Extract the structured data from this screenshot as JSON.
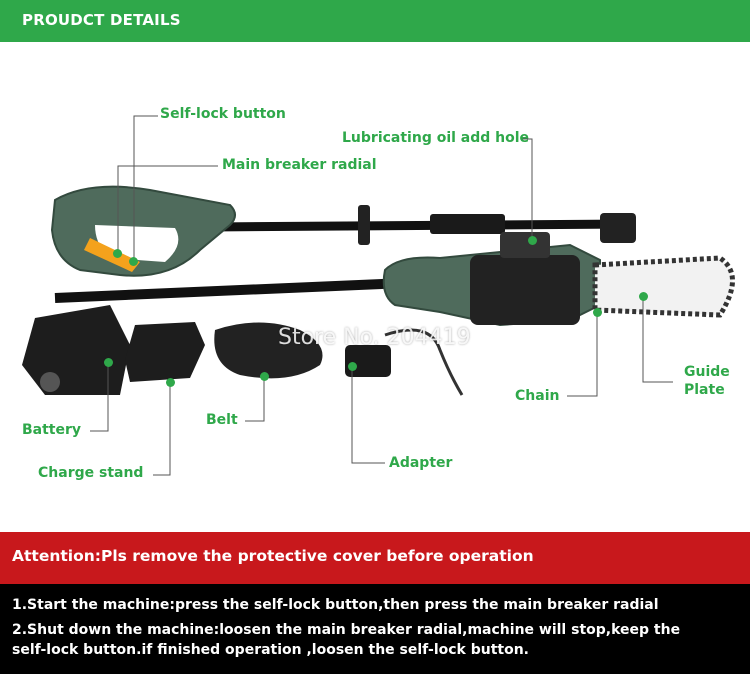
{
  "header": {
    "title": "PROUDCT DETAILS"
  },
  "callouts": {
    "self_lock": "Self-lock button",
    "main_breaker": "Main breaker radial",
    "lubricating": "Lubricating oil add hole",
    "guide_plate_1": "Guide",
    "guide_plate_2": "Plate",
    "chain": "Chain",
    "belt": "Belt",
    "battery": "Battery",
    "adapter": "Adapter",
    "charge_stand": "Charge stand"
  },
  "watermark": "Store No. 204419",
  "attention": {
    "text": "Attention:Pls remove the protective cover before operation"
  },
  "instructions": {
    "step1": "1.Start the machine:press the self-lock button,then press the main breaker radial",
    "step2_line1": "2.Shut down the machine:loosen the main breaker radial,machine will stop,keep the",
    "step2_line2": "self-lock button.if finished operation ,loosen the self-lock button."
  },
  "colors": {
    "header": "#2fa84a",
    "callout": "#2fa84a",
    "attention": "#c8181c",
    "instructions_bg": "#000000"
  }
}
